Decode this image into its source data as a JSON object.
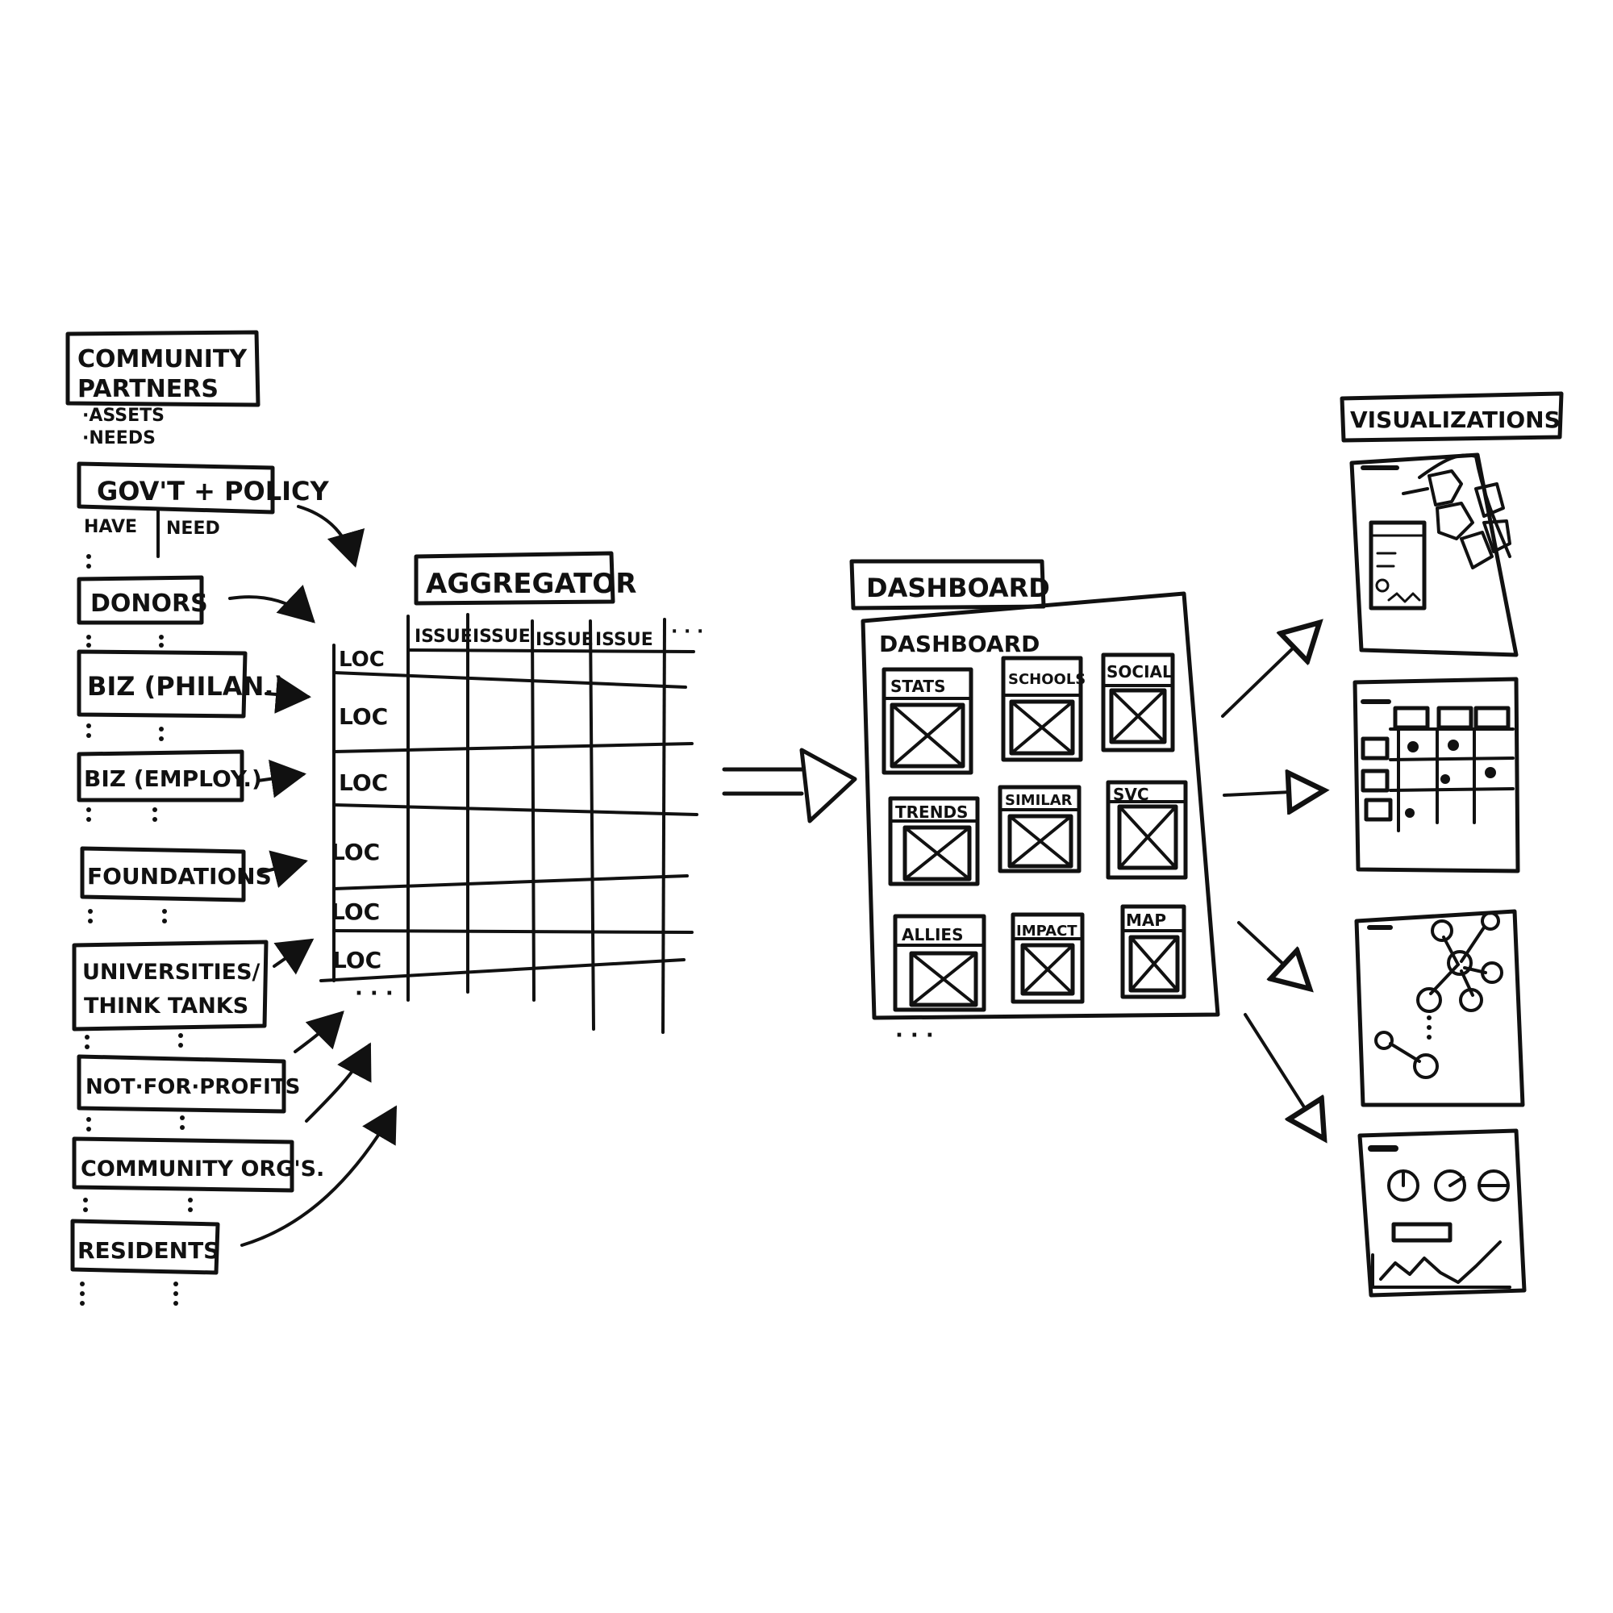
{
  "sources": {
    "header": {
      "title_line1": "COMMUNITY",
      "title_line2": "PARTNERS",
      "bullet1": "·ASSETS",
      "bullet2": "·NEEDS"
    },
    "items": [
      {
        "label": "GOV'T + POLICY",
        "sub_left": "HAVE",
        "sub_right": "NEED"
      },
      {
        "label": "DONORS"
      },
      {
        "label": "BIZ (PHILAN.)"
      },
      {
        "label": "BIZ (EMPLOY.)"
      },
      {
        "label": "FOUNDATIONS"
      },
      {
        "label_line1": "UNIVERSITIES/",
        "label_line2": "THINK TANKS"
      },
      {
        "label": "NOT·FOR·PROFITS"
      },
      {
        "label": "COMMUNITY ORG'S."
      },
      {
        "label": "RESIDENTS"
      }
    ]
  },
  "aggregator": {
    "title": "AGGREGATOR",
    "columns": [
      "ISSUE",
      "ISSUE",
      "ISSUE",
      "ISSUE"
    ],
    "columns_more": "· · ·",
    "rows": [
      "LOC",
      "LOC",
      "LOC",
      "LOC",
      "LOC",
      "LOC"
    ],
    "rows_more": "· · ·"
  },
  "dashboard": {
    "title": "DASHBOARD",
    "inner_title": "DASHBOARD",
    "widgets": [
      "STATS",
      "SCHOOLS",
      "SOCIAL",
      "TRENDS",
      "SIMILAR",
      "SVC",
      "ALLIES",
      "IMPACT",
      "MAP"
    ],
    "more": "· · ·"
  },
  "visualizations": {
    "title": "VISUALIZATIONS",
    "panels": [
      "map-view",
      "matrix-view",
      "network-view",
      "charts-view"
    ]
  },
  "style": {
    "ink": "#111111",
    "paper": "#ffffff"
  }
}
